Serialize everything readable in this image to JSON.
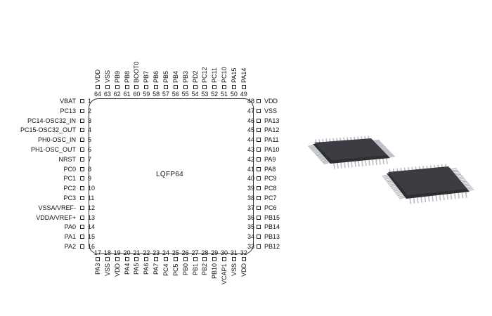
{
  "diagram": {
    "package_label": "LQFP64",
    "left_pins": [
      {
        "num": "1",
        "name": "VBAT"
      },
      {
        "num": "2",
        "name": "PC13"
      },
      {
        "num": "3",
        "name": "PC14-OSC32_IN"
      },
      {
        "num": "4",
        "name": "PC15-OSC32_OUT"
      },
      {
        "num": "5",
        "name": "PH0-OSC_IN"
      },
      {
        "num": "6",
        "name": "PH1-OSC_OUT"
      },
      {
        "num": "7",
        "name": "NRST"
      },
      {
        "num": "8",
        "name": "PC0"
      },
      {
        "num": "9",
        "name": "PC1"
      },
      {
        "num": "10",
        "name": "PC2"
      },
      {
        "num": "11",
        "name": "PC3"
      },
      {
        "num": "12",
        "name": "VSSA/VREF-"
      },
      {
        "num": "13",
        "name": "VDDA/VREF+"
      },
      {
        "num": "14",
        "name": "PA0"
      },
      {
        "num": "15",
        "name": "PA1"
      },
      {
        "num": "16",
        "name": "PA2"
      }
    ],
    "bottom_pins": [
      {
        "num": "17",
        "name": "PA3"
      },
      {
        "num": "18",
        "name": "VSS"
      },
      {
        "num": "19",
        "name": "VDD"
      },
      {
        "num": "20",
        "name": "PA4"
      },
      {
        "num": "21",
        "name": "PA5"
      },
      {
        "num": "22",
        "name": "PA6"
      },
      {
        "num": "23",
        "name": "PA7"
      },
      {
        "num": "24",
        "name": "PC4"
      },
      {
        "num": "25",
        "name": "PC5"
      },
      {
        "num": "26",
        "name": "PB0"
      },
      {
        "num": "27",
        "name": "PB1"
      },
      {
        "num": "28",
        "name": "PB2"
      },
      {
        "num": "29",
        "name": "PB10"
      },
      {
        "num": "30",
        "name": "VCAP1"
      },
      {
        "num": "31",
        "name": "VSS"
      },
      {
        "num": "32",
        "name": "VDD"
      }
    ],
    "right_pins": [
      {
        "num": "48",
        "name": "VDD"
      },
      {
        "num": "47",
        "name": "VSS"
      },
      {
        "num": "46",
        "name": "PA13"
      },
      {
        "num": "45",
        "name": "PA12"
      },
      {
        "num": "44",
        "name": "PA11"
      },
      {
        "num": "43",
        "name": "PA10"
      },
      {
        "num": "42",
        "name": "PA9"
      },
      {
        "num": "41",
        "name": "PA8"
      },
      {
        "num": "40",
        "name": "PC9"
      },
      {
        "num": "39",
        "name": "PC8"
      },
      {
        "num": "38",
        "name": "PC7"
      },
      {
        "num": "37",
        "name": "PC6"
      },
      {
        "num": "36",
        "name": "PB15"
      },
      {
        "num": "35",
        "name": "PB14"
      },
      {
        "num": "34",
        "name": "PB13"
      },
      {
        "num": "33",
        "name": "PB12"
      }
    ],
    "top_pins": [
      {
        "num": "64",
        "name": "VDD"
      },
      {
        "num": "63",
        "name": "VSS"
      },
      {
        "num": "62",
        "name": "PB9"
      },
      {
        "num": "61",
        "name": "PB8"
      },
      {
        "num": "60",
        "name": "BOOT0"
      },
      {
        "num": "59",
        "name": "PB7"
      },
      {
        "num": "58",
        "name": "PB6"
      },
      {
        "num": "57",
        "name": "PB5"
      },
      {
        "num": "56",
        "name": "PB4"
      },
      {
        "num": "55",
        "name": "PB3"
      },
      {
        "num": "54",
        "name": "PD2"
      },
      {
        "num": "53",
        "name": "PC12"
      },
      {
        "num": "52",
        "name": "PC11"
      },
      {
        "num": "51",
        "name": "PC10"
      },
      {
        "num": "50",
        "name": "PA15"
      },
      {
        "num": "49",
        "name": "PA14"
      }
    ]
  },
  "colors": {
    "chip_body": "#2e2f33",
    "chip_top": "#3c3d42",
    "leads": "#b9bcc1",
    "outline": "#222222"
  }
}
